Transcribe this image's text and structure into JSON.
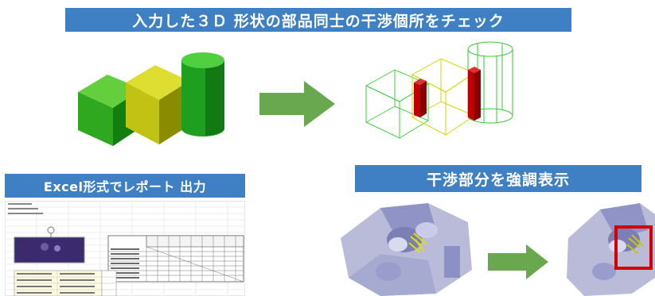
{
  "banner_top": "入力した３Ｄ 形状の部品同士の干渉個所をチェック",
  "banner_left": "Excel形式でレポート 出力",
  "banner_right": "干渉部分を強調表示",
  "colors": {
    "banner_bg": "#3f7fc3",
    "arrow": "#6aa84f",
    "interference": "#c40000",
    "green_part": "#1fa01f",
    "yellow_part": "#c8c800"
  },
  "icons": [
    "arrow-right-icon",
    "arrow-right-icon"
  ]
}
